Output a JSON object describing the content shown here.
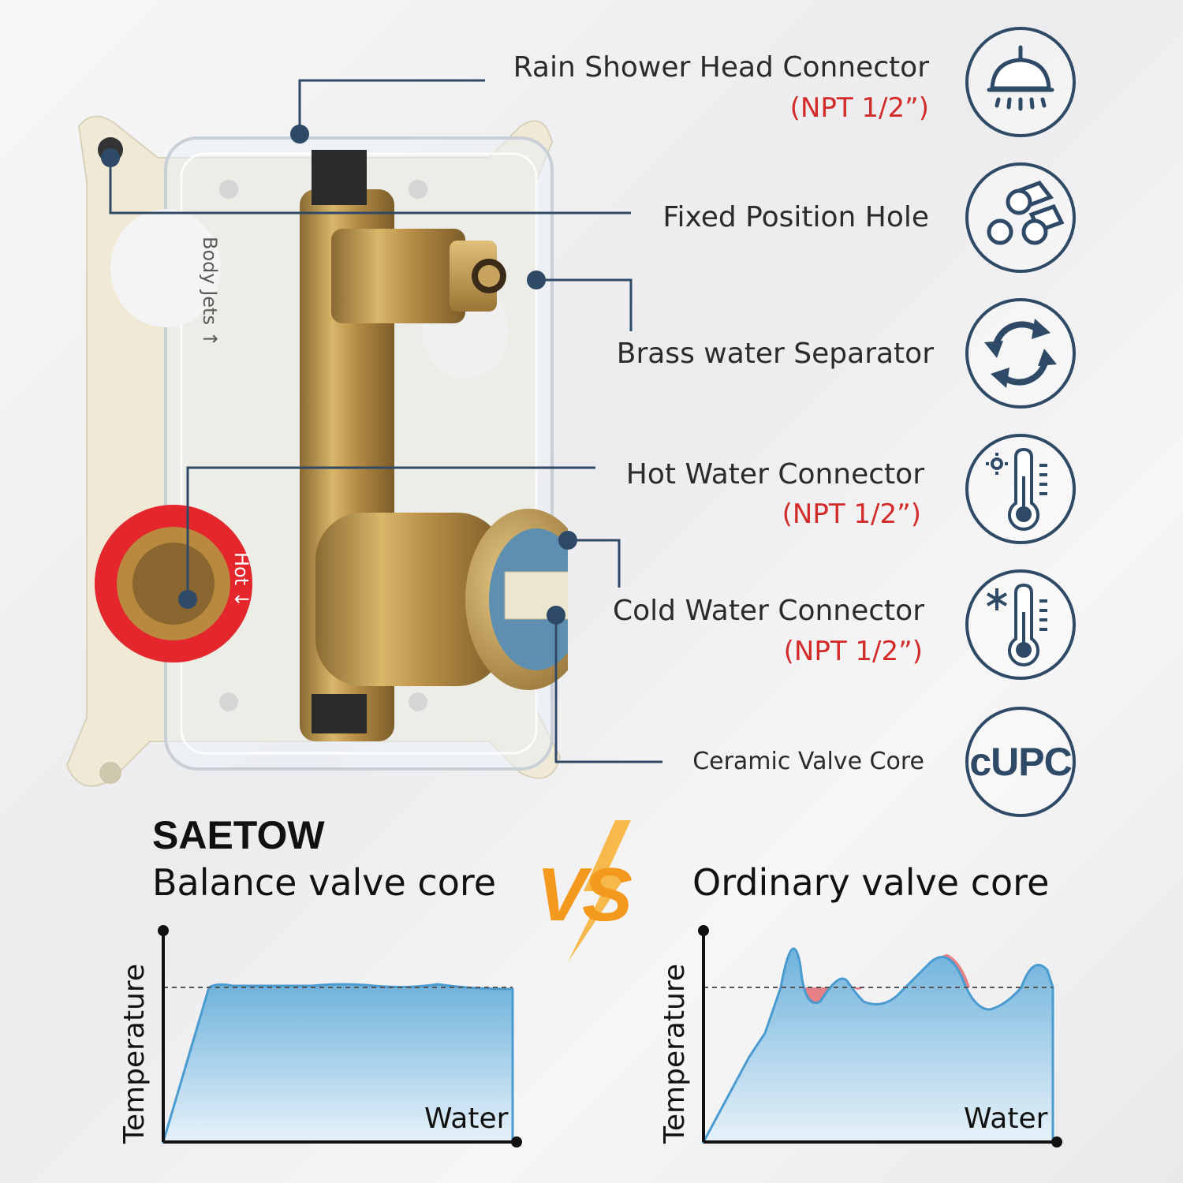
{
  "callouts": {
    "rain": {
      "label": "Rain Shower Head Connector",
      "spec": "(NPT 1/2”)"
    },
    "fixed": {
      "label": "Fixed Position Hole"
    },
    "brass": {
      "label": "Brass water Separator"
    },
    "hot": {
      "label": "Hot Water Connector",
      "spec": "(NPT 1/2”)"
    },
    "cold": {
      "label": "Cold Water Connector",
      "spec": "(NPT 1/2”)"
    },
    "ceramic": {
      "label": "Ceramic Valve Core"
    }
  },
  "icons": [
    {
      "name": "shower-head-icon"
    },
    {
      "name": "pipes-icon"
    },
    {
      "name": "recycle-arrows-icon"
    },
    {
      "name": "hot-thermometer-icon"
    },
    {
      "name": "cold-thermometer-icon"
    },
    {
      "name": "cupc-badge",
      "text": "cUPC"
    }
  ],
  "photo_labels": {
    "body_jets": "Body Jets ↑",
    "hot": "Hot ↓"
  },
  "comparison": {
    "left_brand": "SAETOW",
    "left_title": "Balance valve core",
    "vs": "VS",
    "right_title": "Ordinary valve core",
    "ylabel": "Temperature",
    "xlabel": "Water"
  },
  "colors": {
    "accent_navy": "#2f4a66",
    "spec_red": "#d32a2a",
    "water_blue": "#5aa9d6",
    "over_red": "#e35a62",
    "vs_orange": "#f39a1e"
  }
}
